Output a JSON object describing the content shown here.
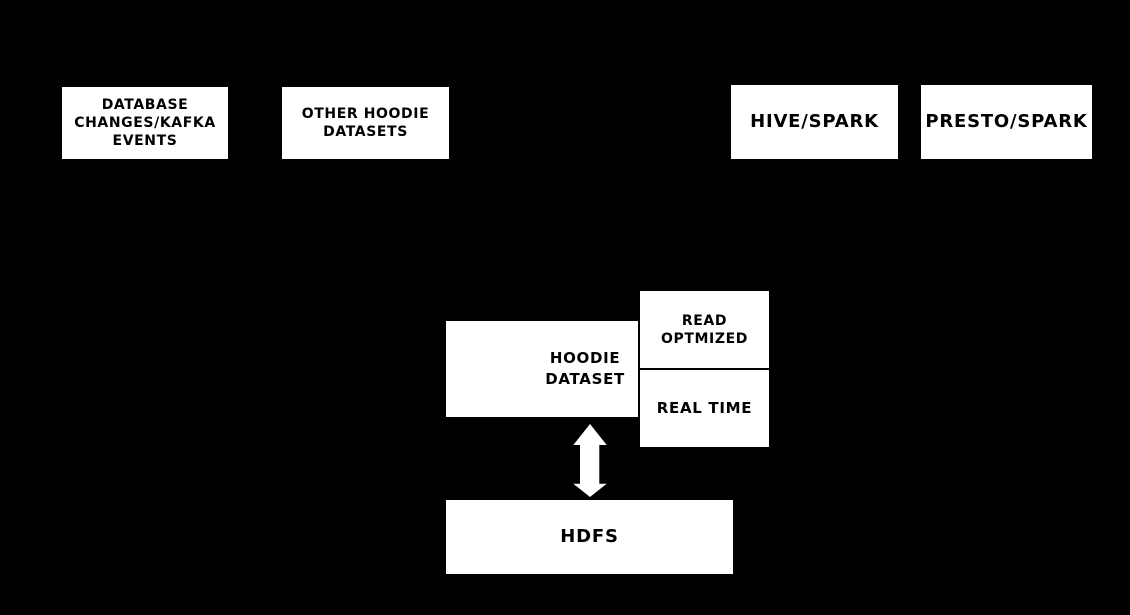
{
  "canvas": {
    "background_color": "#000000",
    "node_fill_color": "#ffffff",
    "node_text_color": "#000000",
    "arrow_color": "#ffffff"
  },
  "nodes": {
    "database_changes": {
      "lines": [
        "DATABASE",
        "CHANGES/KAFKA",
        "EVENTS"
      ]
    },
    "other_hoodie_datasets": {
      "lines": [
        "OTHER HOODIE",
        "DATASETS"
      ]
    },
    "hive_spark": {
      "label": "HIVE/SPARK"
    },
    "presto_spark": {
      "label": "PRESTO/SPARK"
    },
    "hoodie_dataset": {
      "lines": [
        "HOODIE",
        "DATASET"
      ]
    },
    "read_optmized": {
      "lines": [
        "READ",
        "OPTMIZED"
      ]
    },
    "real_time": {
      "label": "REAL TIME"
    },
    "hdfs": {
      "label": "HDFS"
    }
  },
  "arrow": {
    "type": "vertical-double-headed",
    "connects": [
      "HOODIE DATASET",
      "HDFS"
    ]
  }
}
